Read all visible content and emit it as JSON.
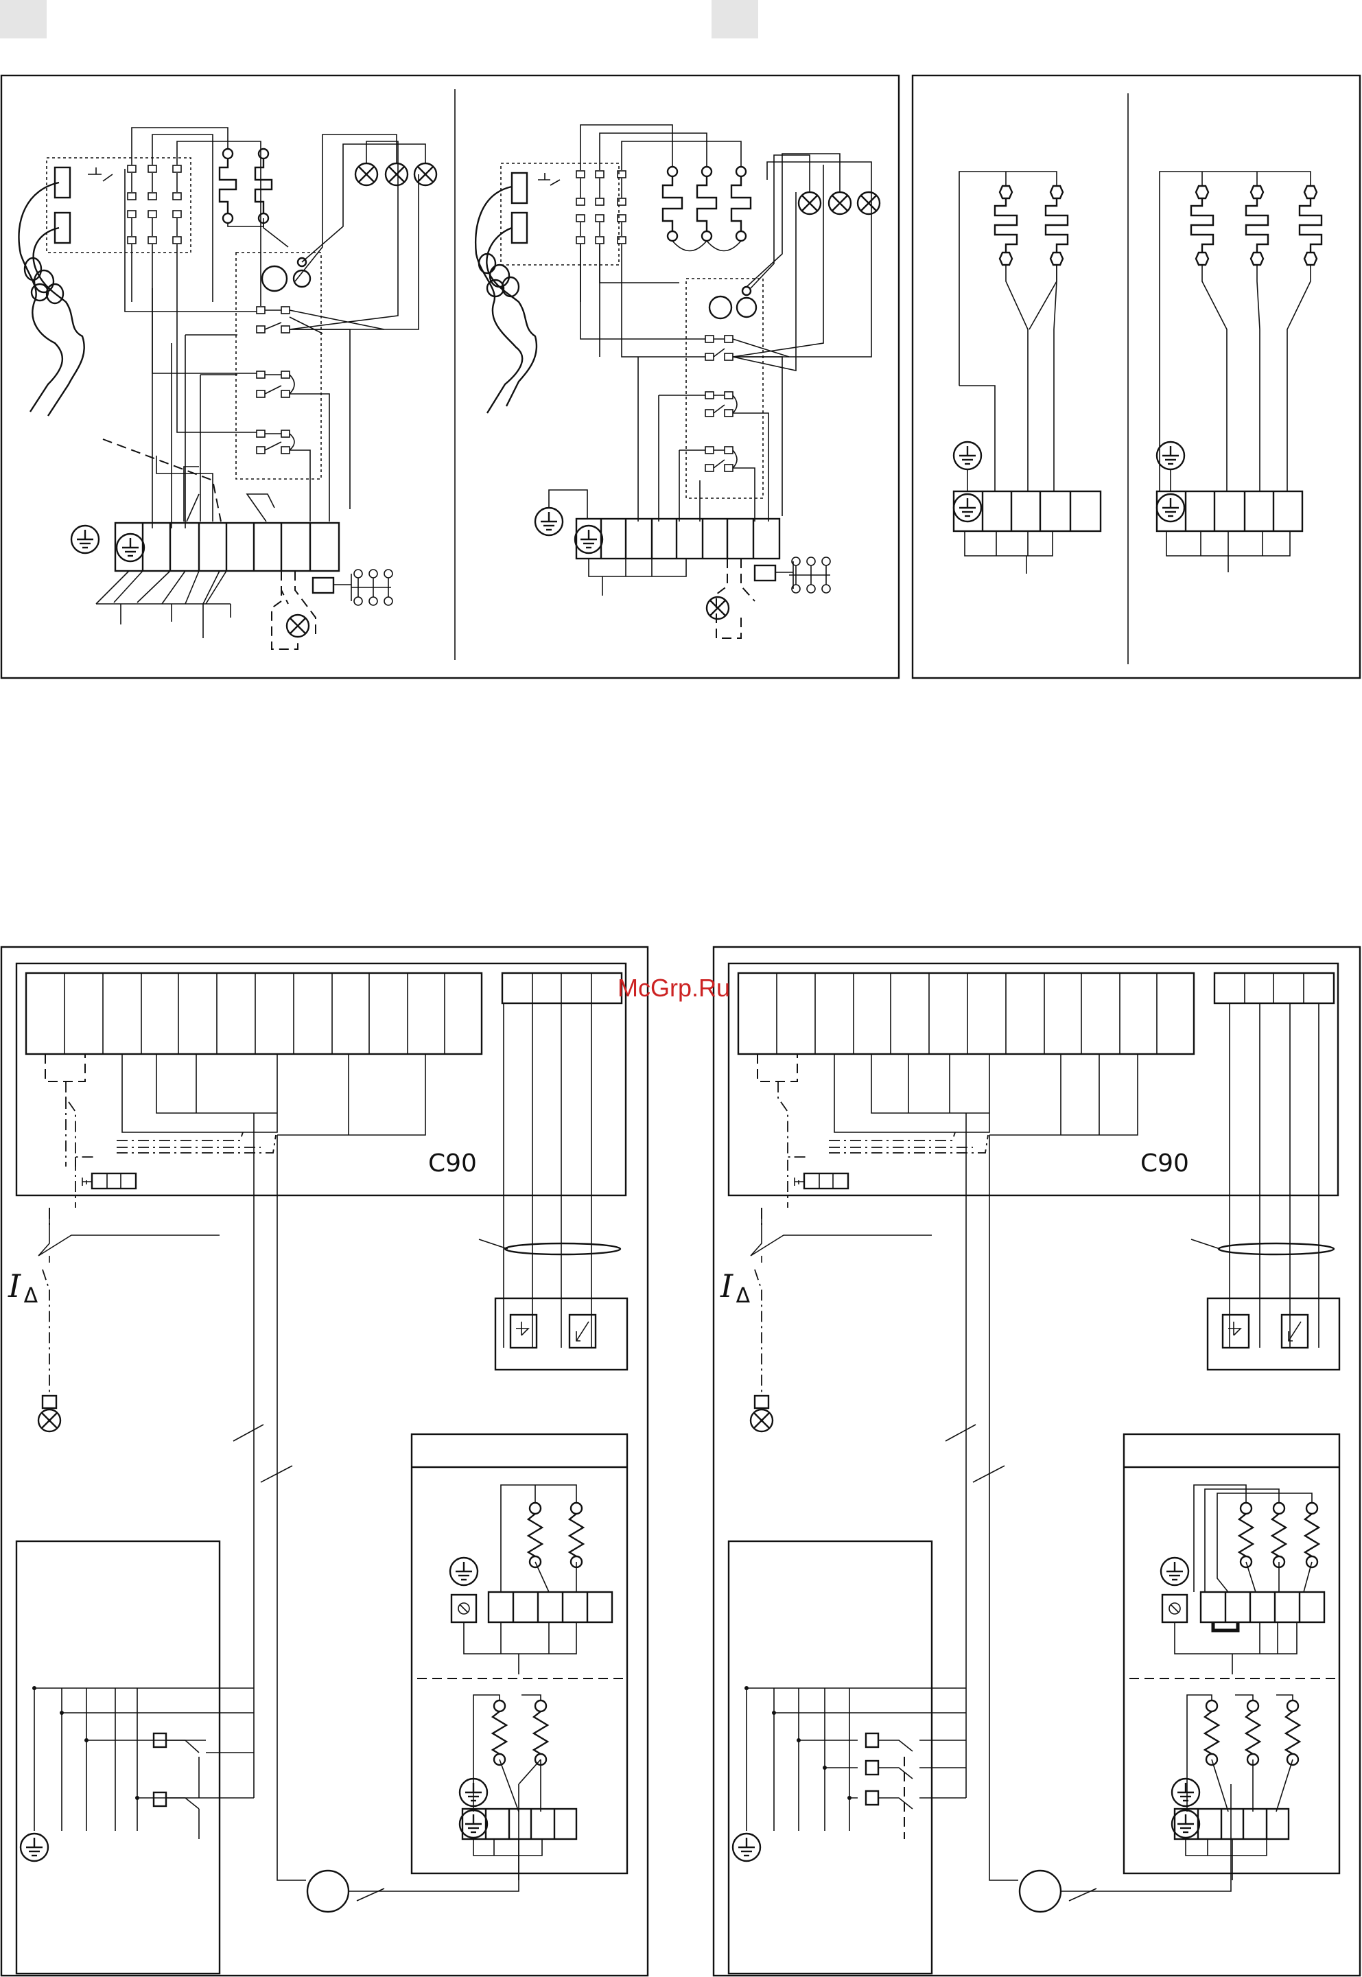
{
  "watermark": "McGrp.Ru",
  "bottom_left": {
    "model_label": "C90",
    "rcd_symbol": "I",
    "rcd_subscript": "Δ"
  },
  "bottom_right": {
    "model_label": "C90",
    "rcd_symbol": "I",
    "rcd_subscript": "Δ"
  },
  "colors": {
    "line": "#111111",
    "tab": "#e5e5e5",
    "watermark": "#cc2222"
  },
  "icons": [
    "ground-icon",
    "lamp-icon",
    "heating-element-icon",
    "coil-icon",
    "motor-icon",
    "terminal-block-icon",
    "switch-icon",
    "sensor-icon"
  ]
}
